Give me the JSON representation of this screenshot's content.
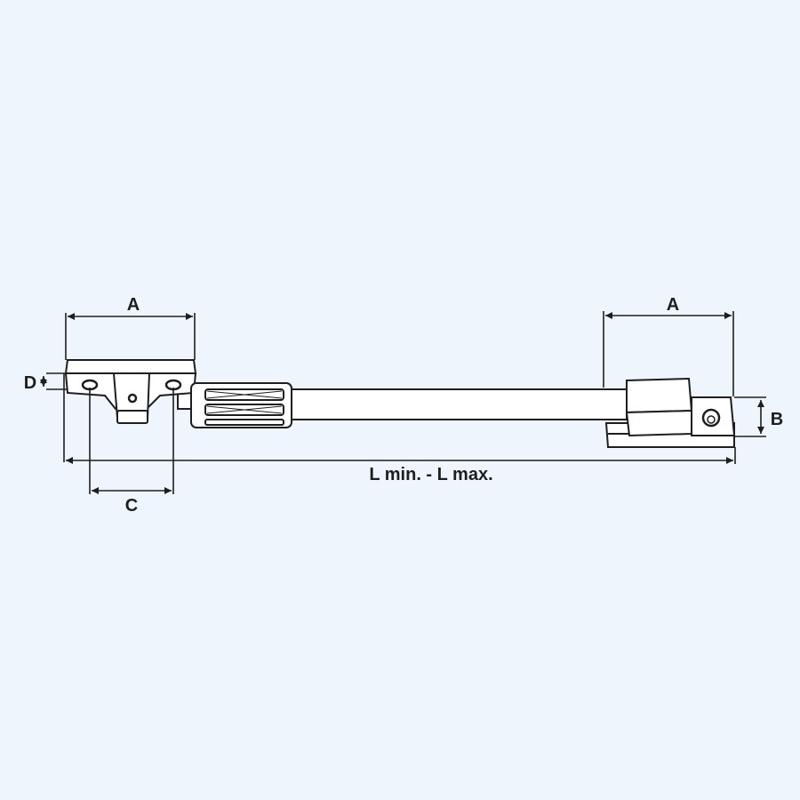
{
  "diagram": {
    "title": "Window stay / casement stay technical drawing",
    "background_color": "#eef5fc",
    "line_color": "#1e1e1e",
    "part_fill": "#ffffff",
    "dimensions": {
      "A_left": "A",
      "A_right": "A",
      "B": "B",
      "C": "C",
      "D": "D",
      "L": "L min. - L max."
    },
    "parts": [
      {
        "name": "left-bracket",
        "label": "Left mounting bracket with two screw holes"
      },
      {
        "name": "grip-sleeve",
        "label": "Knurled grip sleeve"
      },
      {
        "name": "stay-bar",
        "label": "Telescopic stay bar"
      },
      {
        "name": "right-bracket",
        "label": "Right sliding bracket with screw hole"
      }
    ]
  }
}
